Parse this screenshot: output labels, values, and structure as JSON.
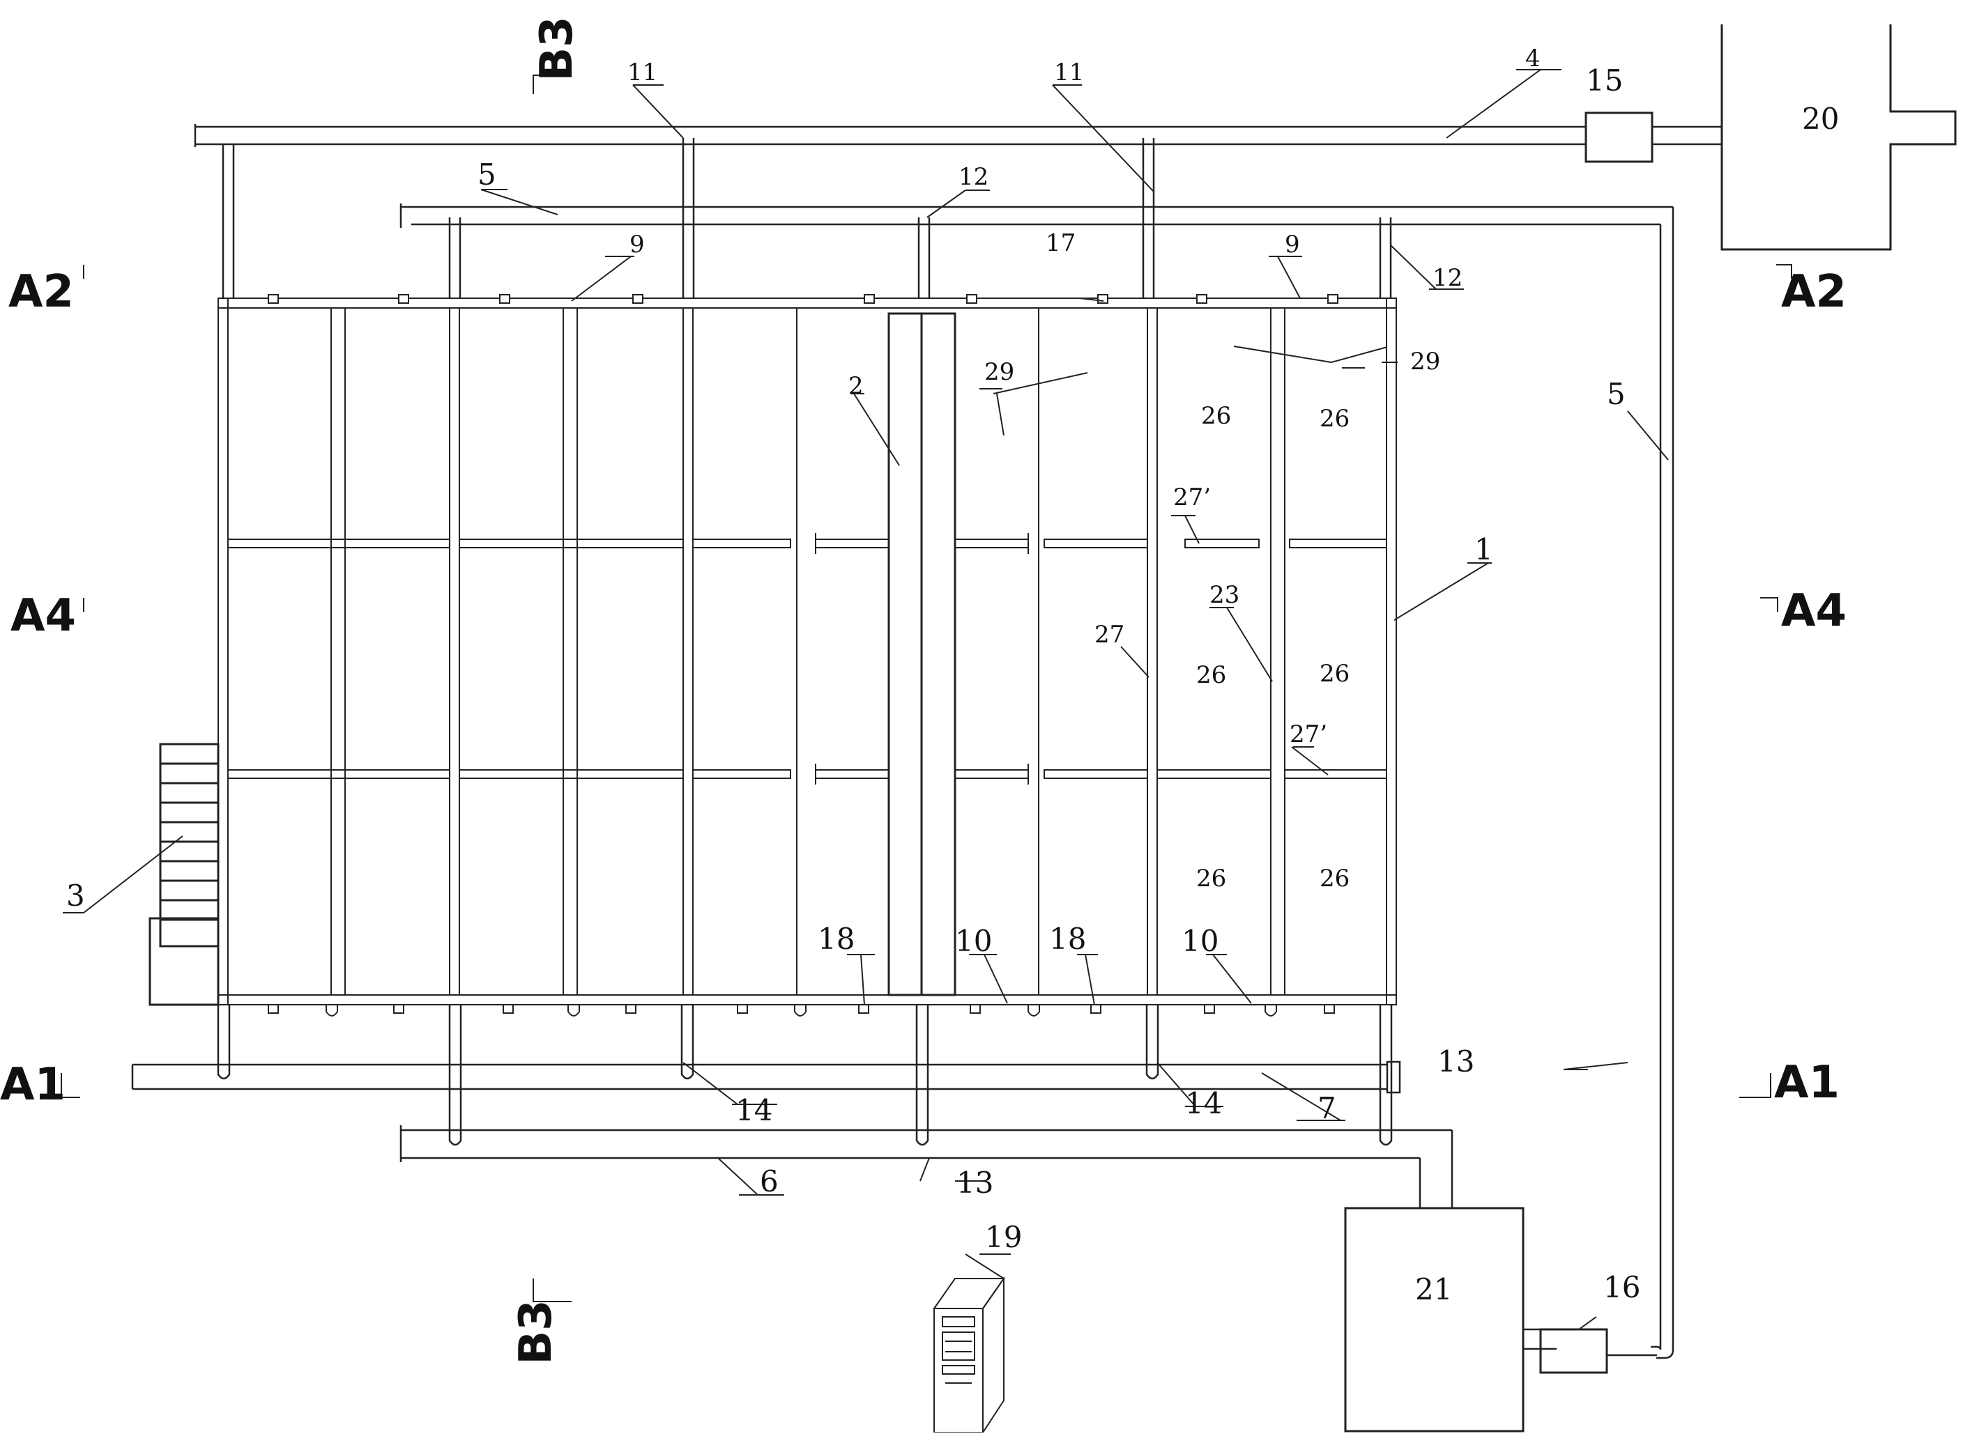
{
  "section_markers": {
    "b3_top": "B3",
    "b3_bottom": "B3",
    "a2_left": "A2",
    "a2_right": "A2",
    "a4_left": "A4",
    "a4_right": "A4",
    "a1_left": "A1",
    "a1_right": "A1"
  },
  "labels": {
    "n1": "1",
    "n2": "2",
    "n3": "3",
    "n4": "4",
    "n5_top": "5",
    "n5_right": "5",
    "n6": "6",
    "n7": "7",
    "n9_left": "9",
    "n9_right": "9",
    "n10_left": "10",
    "n10_right": "10",
    "n11_left": "11",
    "n11_right": "11",
    "n12_mid": "12",
    "n12_right": "12",
    "n13_right": "13",
    "n13_bottom": "13",
    "n14_left": "14",
    "n14_right": "14",
    "n15": "15",
    "n16": "16",
    "n17": "17",
    "n18_left": "18",
    "n18_right": "18",
    "n19": "19",
    "n20": "20",
    "n21": "21",
    "n23": "23",
    "n26_a": "26",
    "n26_b": "26",
    "n26_c": "26",
    "n26_d": "26",
    "n26_e": "26",
    "n26_f": "26",
    "n27": "27",
    "n27p_top": "27’",
    "n27p_bottom": "27’",
    "n29_mid": "29",
    "n29_right": "29"
  },
  "colors": {
    "line": "#222222",
    "background": "#ffffff",
    "insulation_speckle": "#555555"
  }
}
